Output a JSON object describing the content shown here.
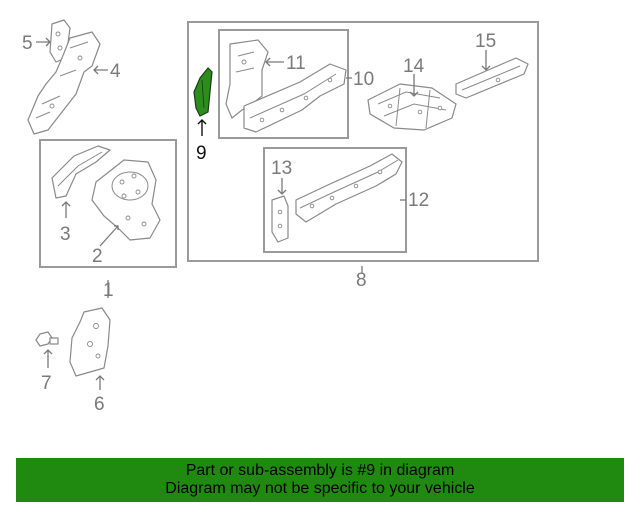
{
  "callouts": {
    "c1": "1",
    "c2": "2",
    "c3": "3",
    "c4": "4",
    "c5": "5",
    "c6": "6",
    "c7": "7",
    "c8": "8",
    "c9": "9",
    "c10": "10",
    "c11": "11",
    "c12": "12",
    "c13": "13",
    "c14": "14",
    "c15": "15"
  },
  "highlight": {
    "part": "9",
    "color": "#2e8b1e"
  },
  "banner": {
    "line1": "Part or sub-assembly is #9 in diagram",
    "line2": "Diagram may not be specific to your vehicle",
    "background": "#1f8a0f"
  }
}
